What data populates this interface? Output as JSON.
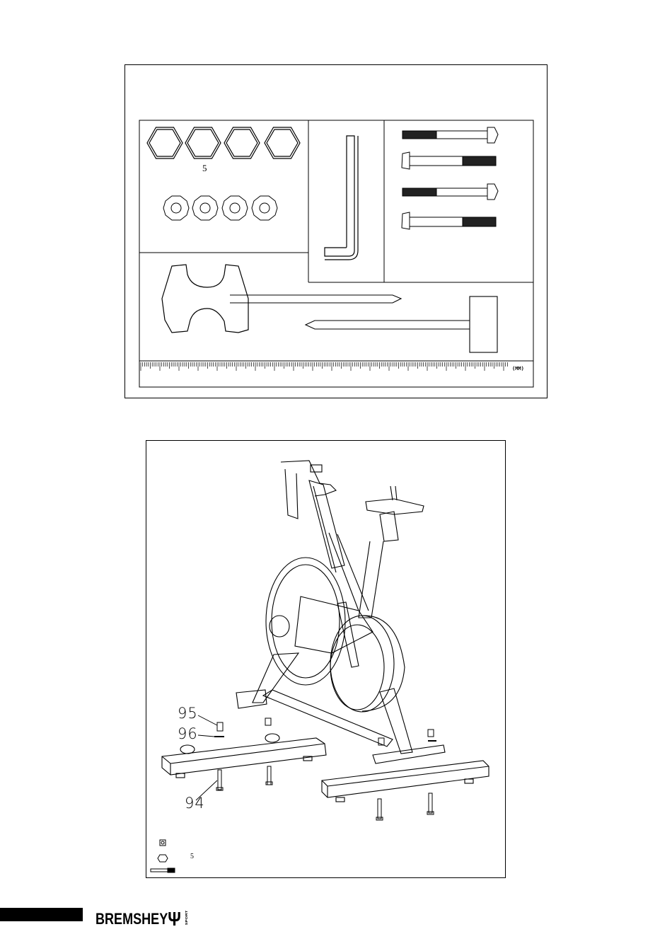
{
  "hardware_panel": {
    "nut_qty": "5",
    "ruler_unit": "(MM)"
  },
  "assembly_panel": {
    "callouts": {
      "part_95": "95",
      "part_96": "96",
      "part_94": "94"
    },
    "legend_qty": "5"
  },
  "footer": {
    "brand": "BREMSHEY",
    "brand_sub": "SPORT"
  }
}
